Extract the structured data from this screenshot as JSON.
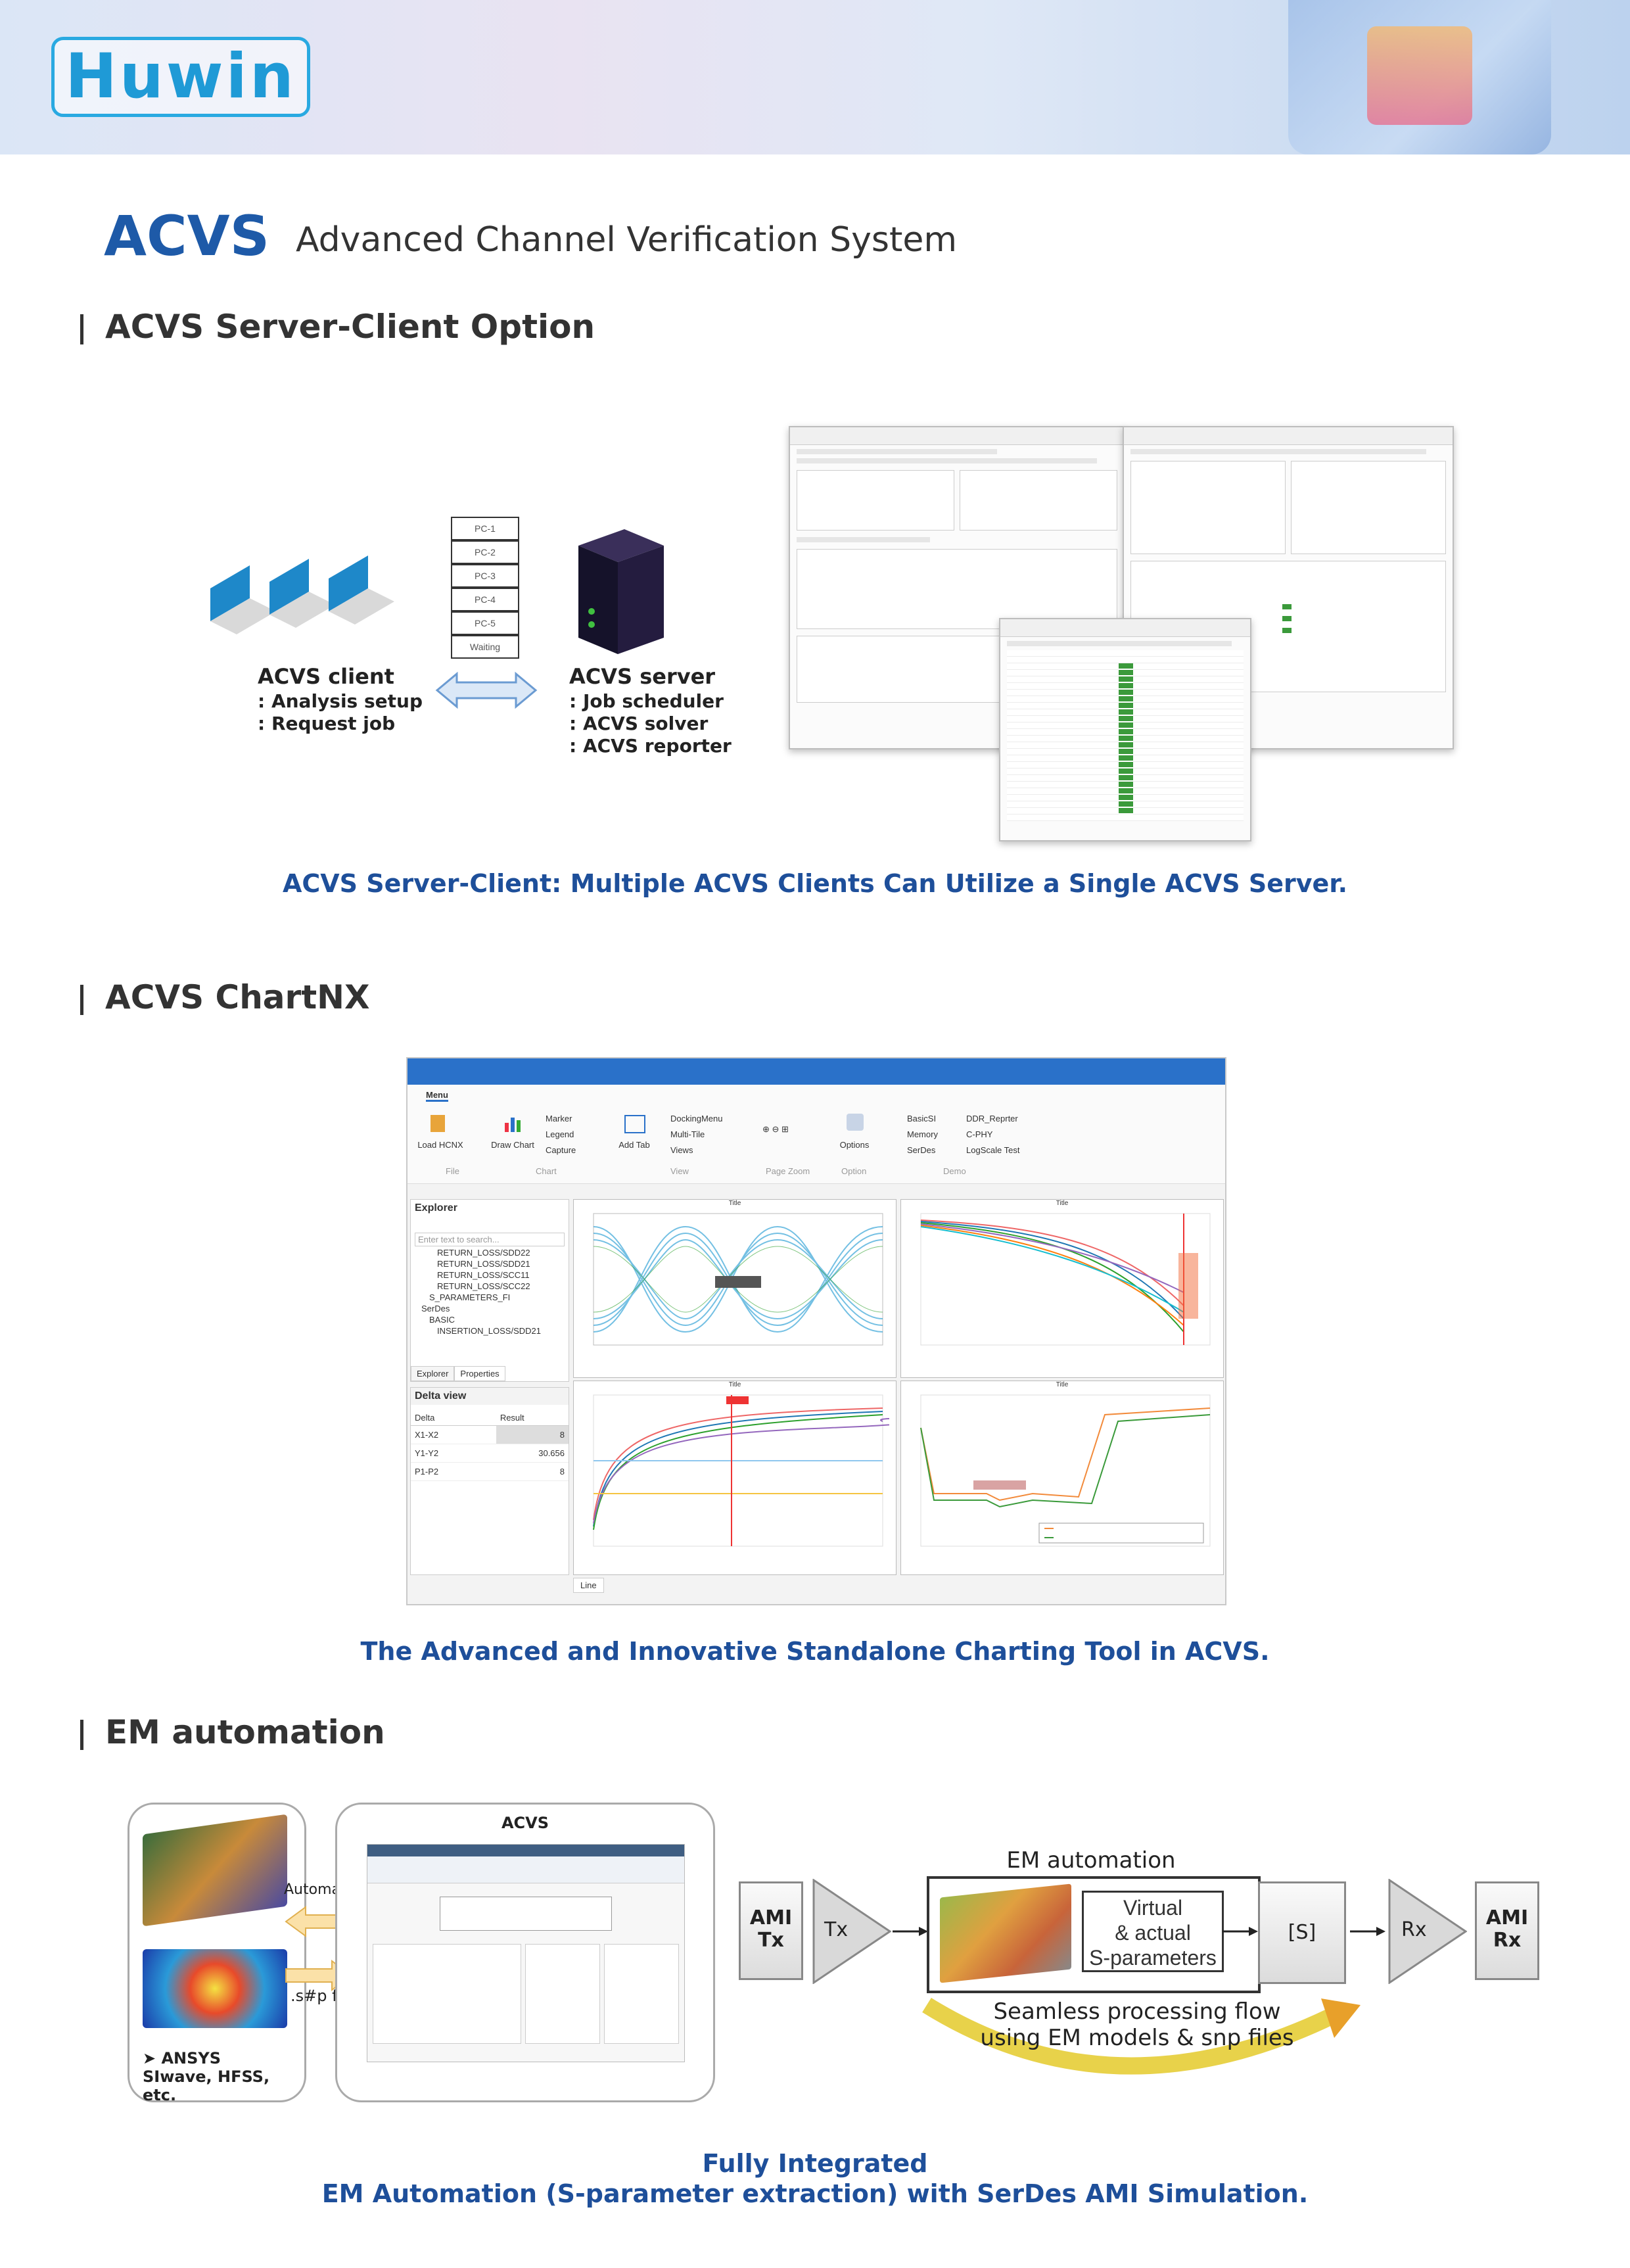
{
  "brand": {
    "logo_text": "Huwin"
  },
  "header": {
    "title": "ACVS",
    "subtitle": "Advanced Channel Verification System"
  },
  "section1": {
    "heading": "ACVS Server-Client Option",
    "queue": [
      "PC-1",
      "PC-2",
      "PC-3",
      "PC-4",
      "PC-5",
      "Waiting"
    ],
    "client_label": "ACVS client",
    "client_items": [
      ": Analysis setup",
      ": Request job"
    ],
    "server_label": "ACVS server",
    "server_items": [
      ": Job scheduler",
      ": ACVS solver",
      ": ACVS reporter"
    ],
    "caption": "ACVS Server-Client: Multiple ACVS Clients Can Utilize a Single ACVS Server."
  },
  "section2": {
    "heading": "ACVS ChartNX",
    "menu_tab": "Menu",
    "ribbon": {
      "load": "Load HCNX",
      "draw": "Draw Chart",
      "marker": "Marker",
      "legend": "Legend",
      "capture": "Capture",
      "add_tab": "Add Tab",
      "docking": "DockingMenu",
      "multitile": "Multi-Tile",
      "views": "Views",
      "options": "Options",
      "basicsi": "BasicSI",
      "ddr": "DDR_Reprter",
      "memory": "Memory",
      "cphy": "C-PHY",
      "serdes": "SerDes",
      "logscale": "LogScale Test",
      "groups": [
        "File",
        "Chart",
        "View",
        "Page Zoom",
        "Option",
        "Demo"
      ]
    },
    "explorer": {
      "title": "Explorer",
      "search": "Enter text to search...",
      "items": [
        "RETURN_LOSS/SDD22",
        "RETURN_LOSS/SDD21",
        "RETURN_LOSS/SCC11",
        "RETURN_LOSS/SCC22",
        "S_PARAMETERS_FI",
        "SerDes",
        "BASIC",
        "INSERTION_LOSS/SDD21"
      ],
      "tabs": [
        "Explorer",
        "Properties"
      ]
    },
    "delta": {
      "title": "Delta view",
      "headers": [
        "Delta",
        "Result"
      ],
      "rows": [
        [
          "X1-X2",
          "8"
        ],
        [
          "Y1-Y2",
          "30.656"
        ],
        [
          "P1-P2",
          "8"
        ]
      ]
    },
    "plot_title": "Title",
    "tab_label": "Line",
    "caption": "The Advanced and Innovative Standalone Charting Tool in ACVS."
  },
  "section3": {
    "heading": "EM automation",
    "acvs_label": "ACVS",
    "automation": "Automation",
    "snp": ".s#p files",
    "tools": "ANSYS SIwave, HFSS, etc.",
    "em_title": "EM automation",
    "virtual": [
      "Virtual",
      "& actual",
      "S-parameters"
    ],
    "ami_tx": [
      "AMI",
      "Tx"
    ],
    "tx": "Tx",
    "s": "[S]",
    "rx": "Rx",
    "ami_rx": [
      "AMI",
      "Rx"
    ],
    "flow": [
      "Seamless processing flow",
      "using EM models & snp files"
    ],
    "caption": [
      "Fully Integrated",
      "EM Automation (S-parameter extraction) with SerDes AMI Simulation."
    ]
  }
}
